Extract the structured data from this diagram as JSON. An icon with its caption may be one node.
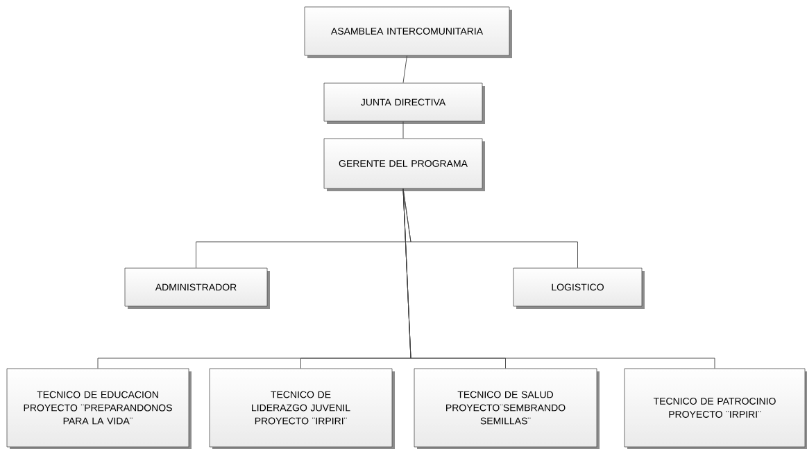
{
  "diagram": {
    "nodes": [
      {
        "text": [
          "ASAMBLEA INTERCOMUNITARIA"
        ]
      },
      {
        "text": [
          "JUNTA DIRECTIVA"
        ]
      },
      {
        "text": [
          "GERENTE DEL PROGRAMA"
        ]
      },
      {
        "text": [
          "ADMINISTRADOR"
        ]
      },
      {
        "text": [
          "LOGISTICO"
        ]
      },
      {
        "text": [
          "TECNICO DE EDUCACION PROYECTO ¨PREPARANDONOS PARA LA VIDA¨"
        ]
      },
      {
        "text": [
          "TECNICO DE LIDERAZGO JUVENIL PROYECTO ¨IRPIRI¨"
        ]
      },
      {
        "text": [
          "TECNICO DE SALUD PROYECTO¨SEMBRANDO SEMILLAS¨"
        ]
      },
      {
        "text": [
          "TECNICO DE PATROCINIO PROYECTO ¨IRPIRI¨"
        ]
      }
    ],
    "edges": [
      {
        "from": 0,
        "to": 1,
        "arrow": "none"
      },
      {
        "from": 1,
        "to": 2,
        "arrow": "none"
      },
      {
        "from": 2,
        "to": 3,
        "arrow": "none"
      },
      {
        "from": 2,
        "to": 4,
        "arrow": "none"
      },
      {
        "from": 2,
        "to": 5,
        "arrow": "none"
      },
      {
        "from": 2,
        "to": 6,
        "arrow": "none"
      },
      {
        "from": 2,
        "to": 7,
        "arrow": "none"
      },
      {
        "from": 2,
        "to": 8,
        "arrow": "none"
      }
    ]
  }
}
